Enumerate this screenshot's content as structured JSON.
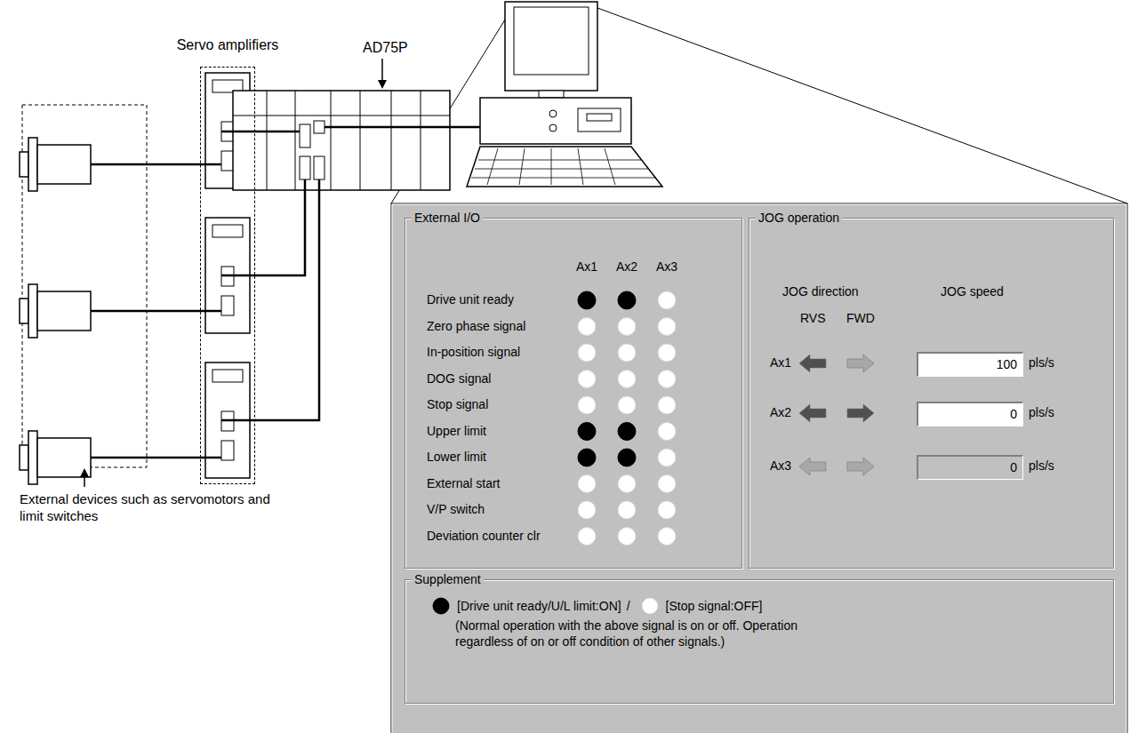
{
  "diagram": {
    "nodes": [
      {
        "text": [
          "Servo amplifiers"
        ]
      },
      {
        "text": [
          "External I/O"
        ]
      },
      {
        "text": [
          "JOG operation"
        ]
      },
      {
        "text": [
          "100"
        ],
        "in": 2
      },
      {
        "text": [
          "0"
        ],
        "in": 2
      },
      {
        "text": [
          "0"
        ],
        "in": 2
      },
      {
        "text": [
          "Supplement",
          "[Drive unit ready/U/L limit:ON]",
          "/",
          "[Stop signal:OFF]",
          "(Normal operation with the above signal is on or off. Operation regardless of on or off condition of other signals.)"
        ]
      }
    ],
    "labels": [
      "AD75P",
      "External devices such as servomotors and limit switches",
      "Ax1",
      "Ax2",
      "Ax3",
      "Drive unit ready",
      "Zero phase signal",
      "In-position signal",
      "DOG signal",
      "Stop signal",
      "Upper limit",
      "Lower limit",
      "External start",
      "V/P switch",
      "Deviation counter clr",
      "JOG direction",
      "JOG speed",
      "RVS",
      "FWD",
      "Ax1",
      "pls/s",
      "Ax2",
      "pls/s",
      "Ax3",
      "pls/s"
    ]
  }
}
